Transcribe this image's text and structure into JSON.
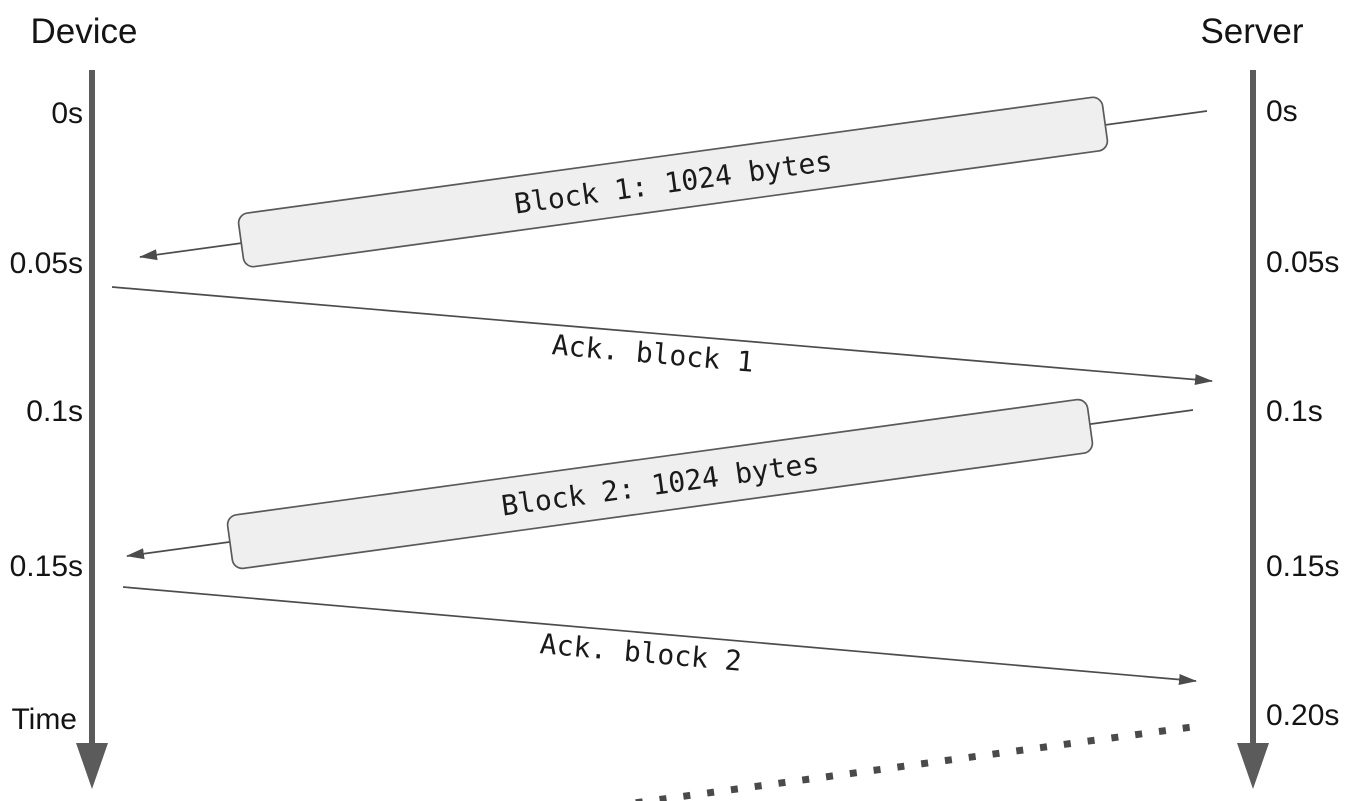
{
  "device": {
    "title": "Device",
    "ticks": [
      "0s",
      "0.05s",
      "0.1s",
      "0.15s"
    ],
    "bottom_label": "Time"
  },
  "server": {
    "title": "Server",
    "ticks": [
      "0s",
      "0.05s",
      "0.1s",
      "0.15s",
      "0.20s"
    ]
  },
  "messages": [
    {
      "label": "Block 1: 1024 bytes",
      "from": "Server",
      "to": "Device"
    },
    {
      "label": "Ack. block 1",
      "from": "Device",
      "to": "Server"
    },
    {
      "label": "Block 2: 1024 bytes",
      "from": "Server",
      "to": "Device"
    },
    {
      "label": "Ack. block 2",
      "from": "Device",
      "to": "Server"
    }
  ],
  "colors": {
    "timeline": "#5b5b5b",
    "message_line": "#4c4c4c",
    "box_fill": "#efefef",
    "box_border": "#5a5a5a",
    "text": "#141414"
  }
}
